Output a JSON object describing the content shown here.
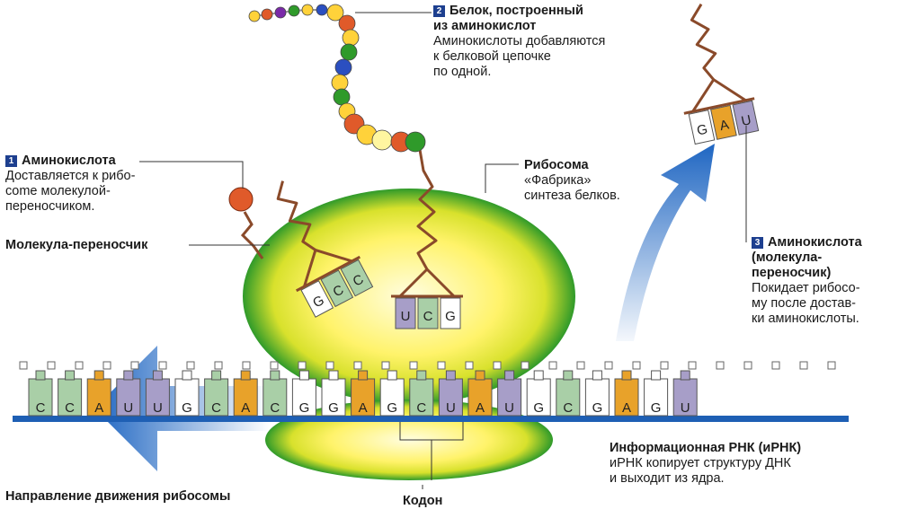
{
  "labels": {
    "aminoacid1": {
      "num": "1",
      "title": "Аминокислота",
      "lines": [
        "Доставляется к рибо-",
        "сome молекулой-",
        "переносчиком."
      ]
    },
    "protein": {
      "num": "2",
      "title": [
        "Белок, построенный",
        "из аминокислот"
      ],
      "lines": [
        "Аминокислоты добавляются",
        "к белковой цепочке",
        "по одной."
      ]
    },
    "ribosome": {
      "title": "Рибосома",
      "lines": [
        "«Фабрика»",
        "синтеза белков."
      ]
    },
    "carrier": {
      "title": "Молекула-переносчик"
    },
    "aminoacid3": {
      "num": "3",
      "title": [
        "Аминокислота",
        "(молекула-",
        "переносчик)"
      ],
      "lines": [
        "Покидает рибосо-",
        "му после достав-",
        "ки аминокислоты."
      ]
    },
    "mrna": {
      "title": "Информационная РНК (иРНК)",
      "lines": [
        "иРНК копирует структуру ДНК",
        "и выходит из ядра."
      ]
    },
    "direction": {
      "title": "Направление движения рибосомы"
    },
    "codon": {
      "title": "Кодон"
    }
  },
  "mrna_bases": [
    "C",
    "C",
    "A",
    "U",
    "U",
    "G",
    "C",
    "A",
    "C",
    "G",
    "G",
    "A",
    "G",
    "C",
    "U",
    "A",
    "U",
    "G",
    "C",
    "G",
    "A",
    "G",
    "U"
  ],
  "trna_left_anticodon": [
    "G",
    "C",
    "C"
  ],
  "trna_center_anticodon": [
    "U",
    "C",
    "G"
  ],
  "trna_exit_anticodon": [
    "G",
    "A",
    "U"
  ],
  "colors": {
    "A": "#e8a22a",
    "C": "#a9cfa7",
    "G": "#ffffff",
    "U": "#a79ec8",
    "ribosome_inner": "#fff79a",
    "ribosome_outer": "#2f9a2a",
    "strand": "#1e5fb4",
    "arrow": "#1f66c2",
    "trna": "#8a4a2a"
  }
}
